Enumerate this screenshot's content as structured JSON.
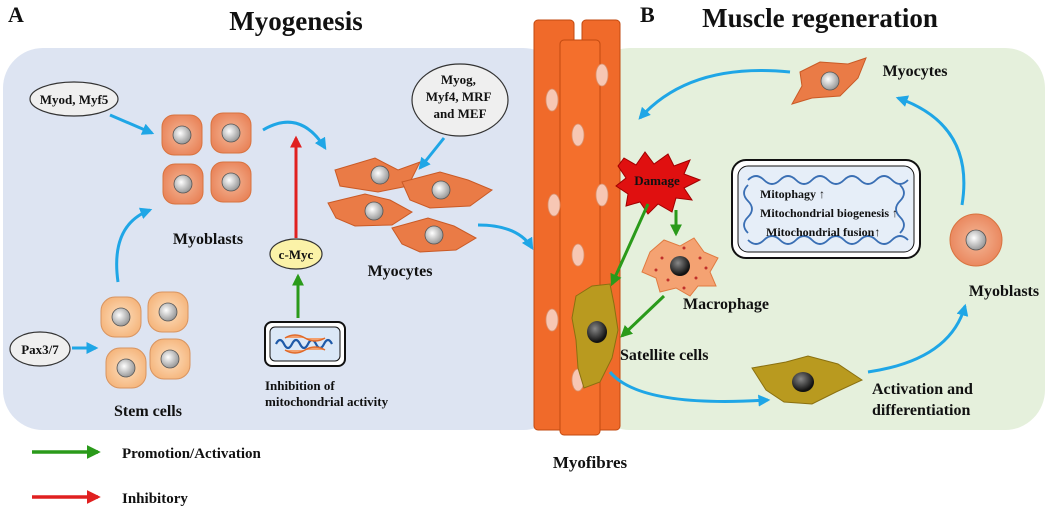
{
  "panel_a": {
    "letter": "A",
    "title": "Myogenesis",
    "factors_early": "Myod, Myf5",
    "factors_late": [
      "Myog,",
      "Myf4, MRF",
      "and MEF"
    ],
    "pax": "Pax3/7",
    "stem_cells": "Stem cells",
    "myoblasts": "Myoblasts",
    "myocytes": "Myocytes",
    "cmyc": "c-Myc",
    "inhibition": [
      "Inhibition of",
      "mitochondrial activity"
    ]
  },
  "panel_b": {
    "letter": "B",
    "title": "Muscle regeneration",
    "myocytes": "Myocytes",
    "damage": "Damage",
    "macrophage": "Macrophage",
    "satellite": "Satellite cells",
    "myoblasts": "Myoblasts",
    "activation": [
      "Activation and",
      "differentiation"
    ],
    "mito_effects": [
      "Mitophagy ↑",
      "Mitochondrial biogenesis ↑",
      "Mitochondrial fusion↑"
    ]
  },
  "center": {
    "myofibres": "Myofibres"
  },
  "legend": {
    "promotion": "Promotion/Activation",
    "inhibitory": "Inhibitory"
  },
  "colors": {
    "panel_a_bg": "#dde4f2",
    "panel_b_bg": "#e5f0dc",
    "fibre": "#f06a2a",
    "cell": "#ee8f63",
    "stem_cell": "#f8c08a",
    "satellite": "#b99a1f",
    "arrow_blue": "#1fa6e6",
    "arrow_green": "#2a9a1a",
    "arrow_red": "#e02020",
    "damage": "#e01010"
  }
}
